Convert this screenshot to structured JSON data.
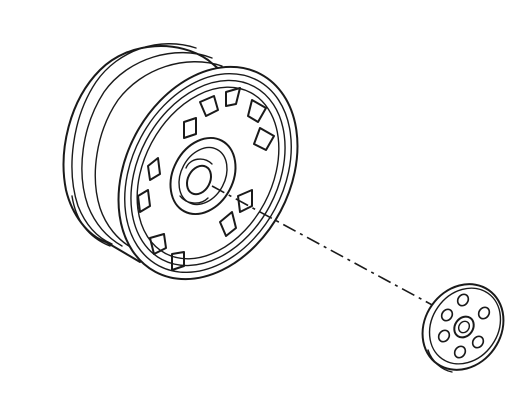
{
  "figure": {
    "components": [
      {
        "name": "wheel-rim",
        "icon": "wheel-rim-icon"
      },
      {
        "name": "wheel-hub-cap",
        "icon": "hub-cap-icon"
      }
    ],
    "assembly_line": "dash-dot",
    "line_color": "#1a1a1a",
    "background": "#ffffff"
  }
}
